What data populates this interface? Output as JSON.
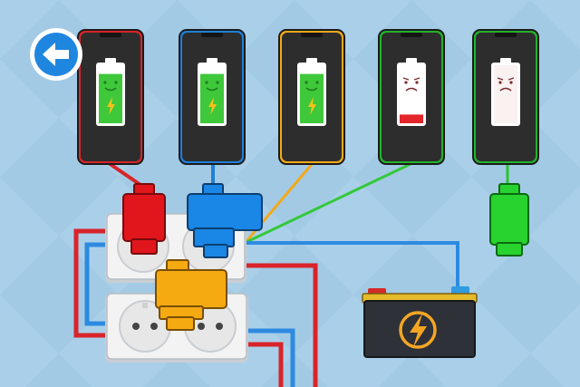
{
  "game": {
    "back_button_icon": "arrow-left-icon",
    "phones": [
      {
        "id": "phone-1",
        "frame_color": "#d8242a",
        "charge": 0.85,
        "state": "happy",
        "charging": true,
        "fill_color": "#3ec83a"
      },
      {
        "id": "phone-2",
        "frame_color": "#1f7fd6",
        "charge": 0.85,
        "state": "happy",
        "charging": true,
        "fill_color": "#3ec83a"
      },
      {
        "id": "phone-3",
        "frame_color": "#f2a91a",
        "charge": 0.85,
        "state": "happy",
        "charging": true,
        "fill_color": "#3ec83a"
      },
      {
        "id": "phone-4",
        "frame_color": "#22b32a",
        "charge": 0.15,
        "state": "sad",
        "charging": false,
        "fill_color": "#e3262b"
      },
      {
        "id": "phone-5",
        "frame_color": "#22b32a",
        "charge": 0.0,
        "state": "sad",
        "charging": false,
        "fill_color": "#f2d6d6"
      }
    ],
    "plugs": [
      {
        "id": "plug-red",
        "color": "#e0161c",
        "location": "socket-top-left"
      },
      {
        "id": "plug-blue",
        "color": "#1a86e6",
        "location": "socket-top-right"
      },
      {
        "id": "plug-orange",
        "color": "#f5aa12",
        "location": "socket-bottom-left"
      },
      {
        "id": "plug-green",
        "color": "#28d22f",
        "location": "unplugged"
      }
    ],
    "battery": {
      "icon": "lightning-icon",
      "terminal_positive": "#d42a2a",
      "terminal_negative": "#2f9be0"
    },
    "colors": {
      "background": "#a9cfe8",
      "outlet": "#f2f2f2",
      "battery_body": "#2f3138",
      "lightning": "#f4a623"
    }
  }
}
